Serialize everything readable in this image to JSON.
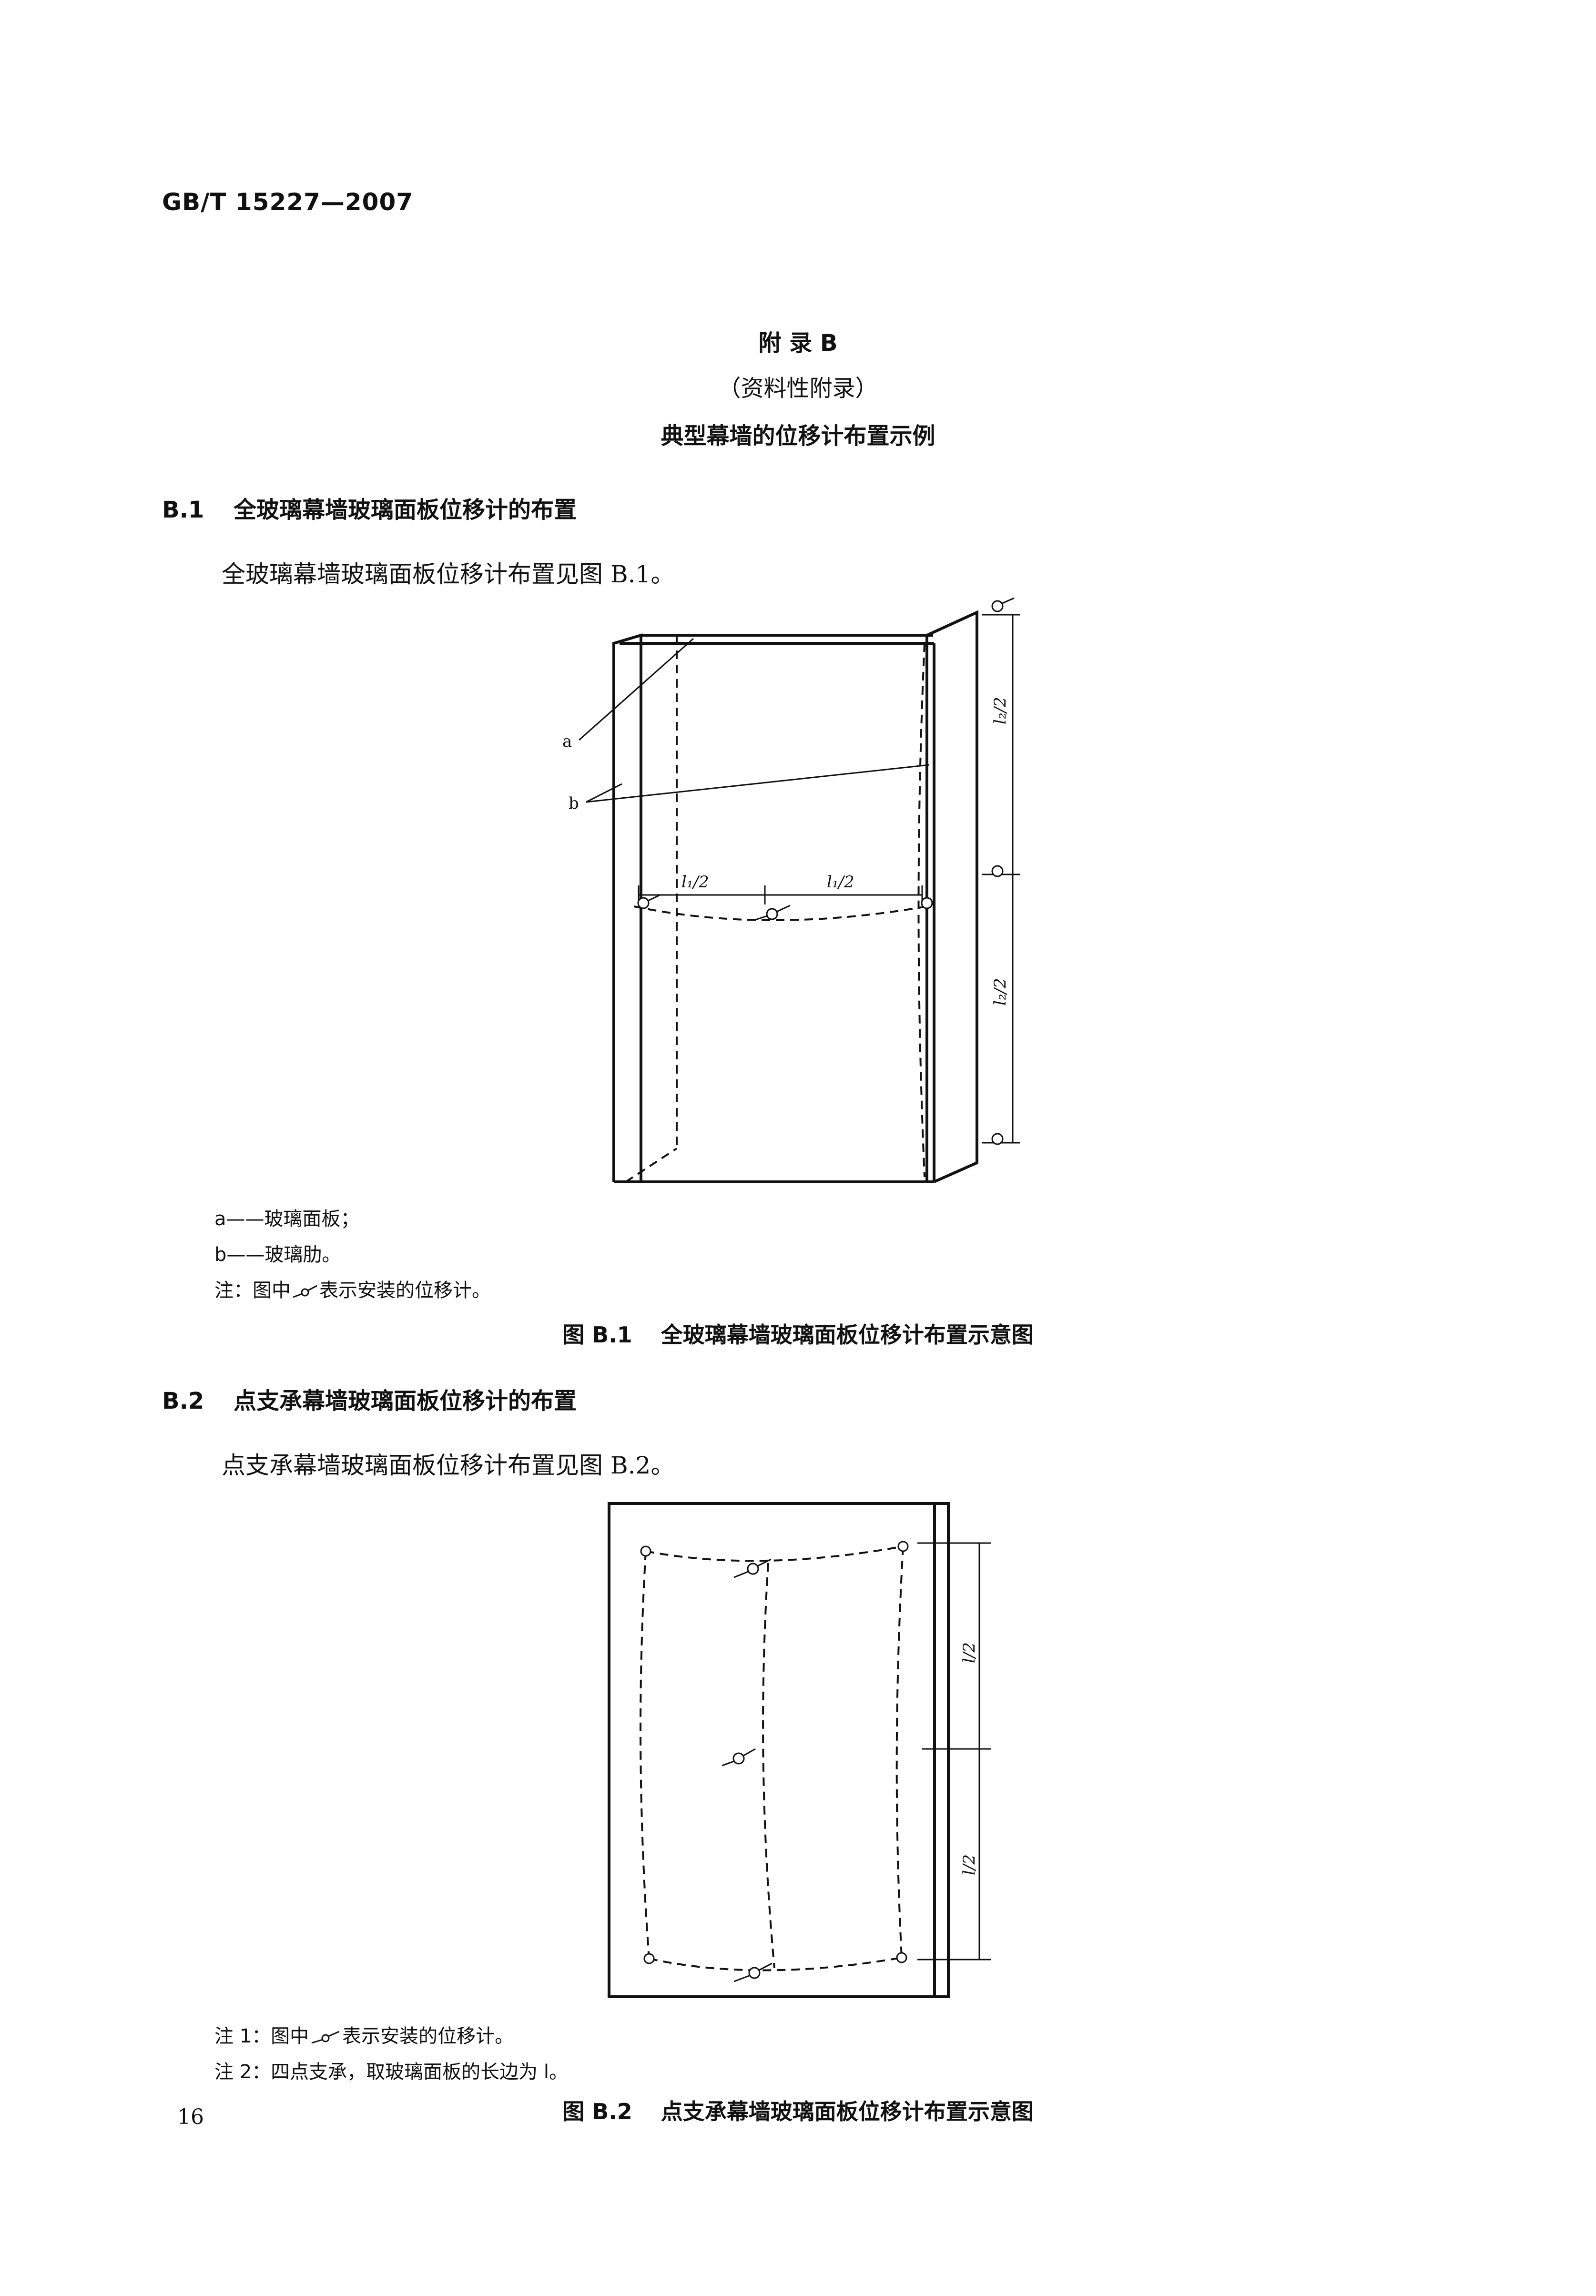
{
  "header": {
    "standard_no": "GB/T 15227—2007"
  },
  "appendix": {
    "title": "附 录 B",
    "subtitle": "（资料性附录）",
    "heading": "典型幕墙的位移计布置示例"
  },
  "section_b1": {
    "number": "B.1",
    "title": "全玻璃幕墙玻璃面板位移计的布置",
    "paragraph": "全玻璃幕墙玻璃面板位移计布置见图 B.1。",
    "figure_labels": {
      "a": "a",
      "b": "b",
      "l1_half": "l₁/2",
      "l2_half": "l₂/2"
    },
    "legend": [
      {
        "key": "a",
        "dash": "——",
        "text": "玻璃面板；"
      },
      {
        "key": "b",
        "dash": "——",
        "text": "玻璃肋。"
      }
    ],
    "note_prefix": "注：图中",
    "note_suffix": "表示安装的位移计。",
    "caption_number": "图 B.1",
    "caption_title": "全玻璃幕墙玻璃面板位移计布置示意图"
  },
  "section_b2": {
    "number": "B.2",
    "title": "点支承幕墙玻璃面板位移计的布置",
    "paragraph": "点支承幕墙玻璃面板位移计布置见图 B.2。",
    "figure_labels": {
      "l_half": "l/2"
    },
    "note1_prefix": "注 1：图中",
    "note1_suffix": "表示安装的位移计。",
    "note2": "注 2：四点支承，取玻璃面板的长边为 l。",
    "caption_number": "图 B.2",
    "caption_title": "点支承幕墙玻璃面板位移计布置示意图"
  },
  "footer": {
    "page_number": "16"
  },
  "icons": {
    "displacement_meter": "displacement-meter-icon"
  }
}
